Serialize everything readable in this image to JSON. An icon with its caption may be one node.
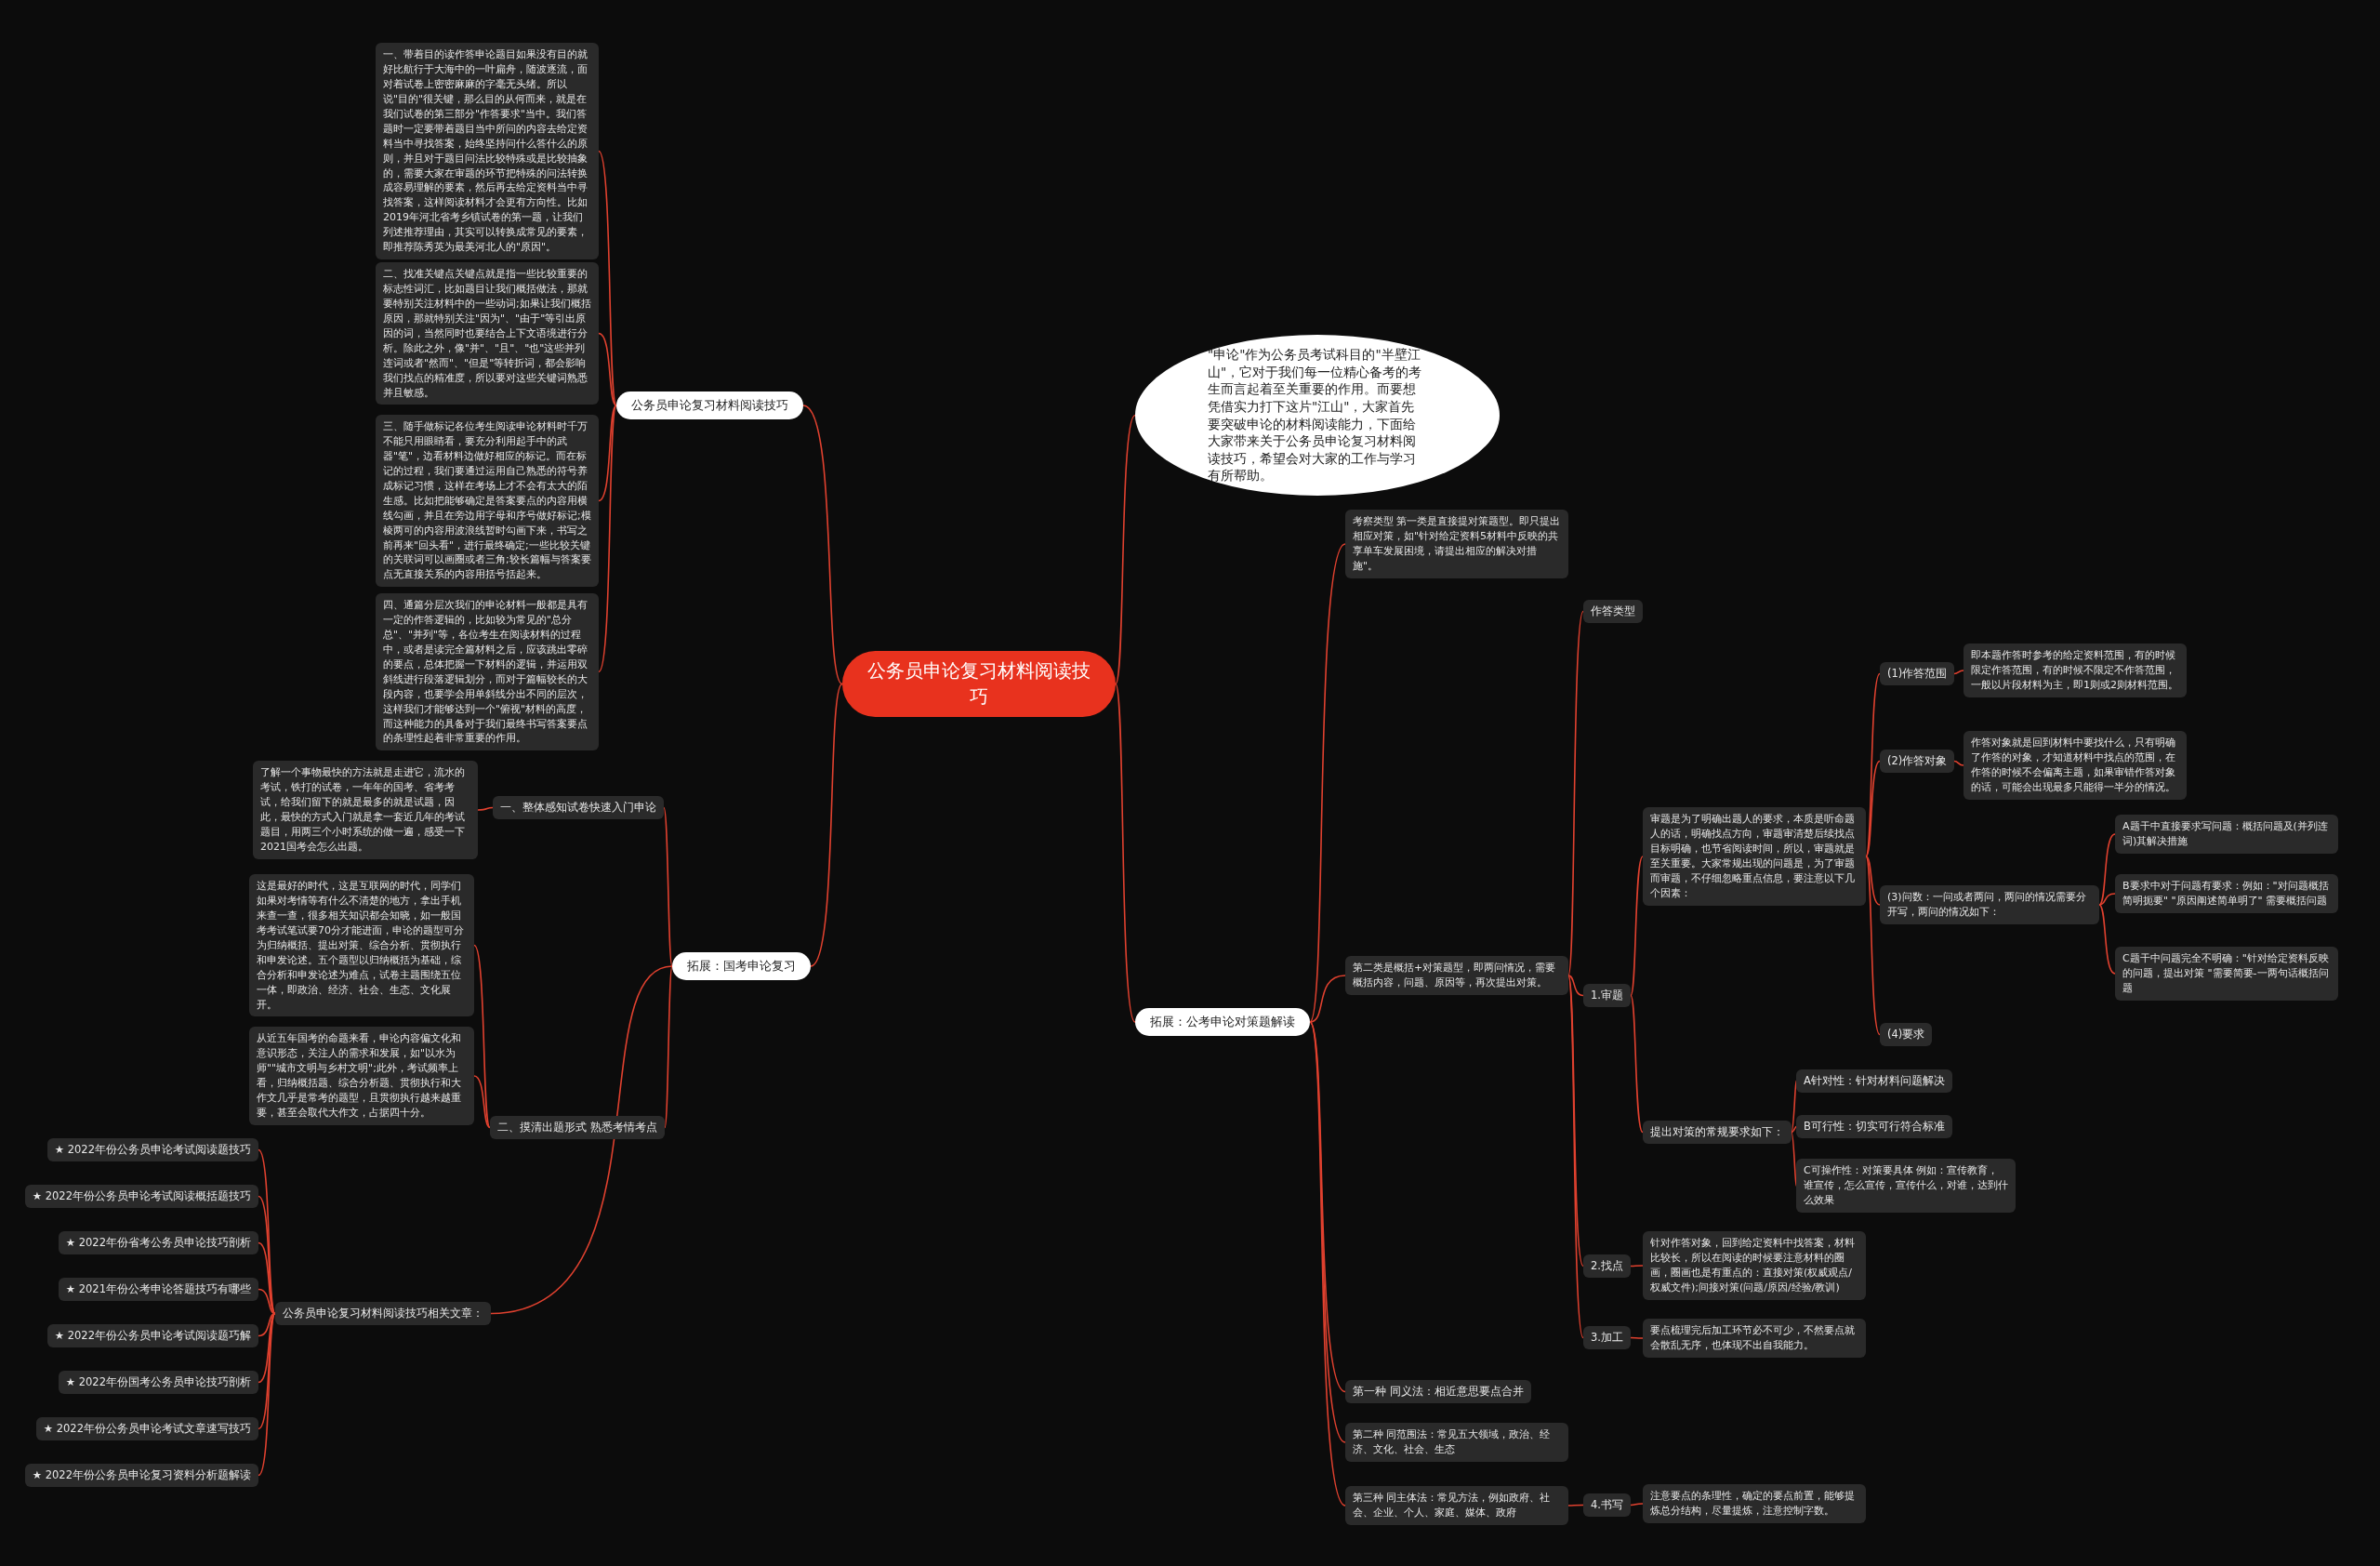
{
  "diagram": {
    "nodes": [
      {
        "text": [
          "公务员申论复习材料阅读技巧"
        ]
      },
      {
        "text": [
          "\"申论\"作为公务员考试科目的\"半壁江山\"，它对于我们每一位精心备考的考生而言起着至关重要的作用。而要想凭借实力打下这片\"江山\"，大家首先要突破申论的材料阅读能力，下面给大家带来关于公务员申论复习材料阅读技巧，希望会对大家的工作与学习有所帮助。"
        ]
      },
      {
        "text": [
          "公务员申论复习材料阅读技巧"
        ]
      },
      {
        "text": [
          "一、带着目的读作答申论题目如果没有目的就好比航行于大海中的一叶扁舟，随波逐流，面对着试卷上密密麻麻的字毫无头绪。所以说\"目的\"很关键，那么目的从何而来，就是在我们试卷的第三部分\"作答要求\"当中。我们答题时一定要带着题目当中所问的内容去给定资料当中寻找答案，始终坚持问什么答什么的原则，并且对于题目问法比较特殊或是比较抽象的，需要大家在审题的环节把特殊的问法转换成容易理解的要素，然后再去给定资料当中寻找答案，这样阅读材料才会更有方向性。比如2019年河北省考乡镇试卷的第一题，让我们列述推荐理由，其实可以转换成常见的要素，即推荐陈秀英为最美河北人的\"原因\"。"
        ]
      },
      {
        "text": [
          "二、找准关键点关键点就是指一些比较重要的标志性词汇，比如题目让我们概括做法，那就要特别关注材料中的一些动词;如果让我们概括原因，那就特别关注\"因为\"、\"由于\"等引出原因的词，当然同时也要结合上下文语境进行分析。除此之外，像\"并\"、\"且\"、\"也\"这些并列连词或者\"然而\"、\"但是\"等转折词，都会影响我们找点的精准度，所以要对这些关键词熟悉并且敏感。"
        ]
      },
      {
        "text": [
          "三、随手做标记各位考生阅读申论材料时千万不能只用眼睛看，要充分利用起手中的武器\"笔\"，边看材料边做好相应的标记。而在标记的过程，我们要通过运用自己熟悉的符号养成标记习惯，这样在考场上才不会有太大的陌生感。比如把能够确定是答案要点的内容用横线勾画，并且在旁边用字母和序号做好标记;模棱两可的内容用波浪线暂时勾画下来，书写之前再来\"回头看\"，进行最终确定;一些比较关键的关联词可以画圈或者三角;较长篇幅与答案要点无直接关系的内容用括号括起来。"
        ]
      },
      {
        "text": [
          "四、通篇分层次我们的申论材料一般都是具有一定的作答逻辑的，比如较为常见的\"总分总\"、\"并列\"等，各位考生在阅读材料的过程中，或者是读完全篇材料之后，应该跳出零碎的要点，总体把握一下材料的逻辑，并运用双斜线进行段落逻辑划分，而对于篇幅较长的大段内容，也要学会用单斜线分出不同的层次，这样我们才能够达到一个\"俯视\"材料的高度，而这种能力的具备对于我们最终书写答案要点的条理性起着非常重要的作用。"
        ]
      },
      {
        "text": [
          "拓展：国考申论复习"
        ]
      },
      {
        "text": [
          "一、整体感知试卷快速入门申论"
        ]
      },
      {
        "text": [
          "了解一个事物最快的方法就是走进它，流水的考试，铁打的试卷，一年年的国考、省考考试，给我们留下的就是最多的就是试题，因此，最快的方式入门就是拿一套近几年的考试题目，用两三个小时系统的做一遍，感受一下2021国考会怎么出题。"
        ]
      },
      {
        "text": [
          "二、摸清出题形式 熟悉考情考点"
        ]
      },
      {
        "text": [
          "这是最好的时代，这是互联网的时代，同学们如果对考情等有什么不清楚的地方，拿出手机来查一查，很多相关知识都会知晓，如一般国考考试笔试要70分才能进面，申论的题型可分为归纳概括、提出对策、综合分析、贯彻执行和申发论述。五个题型以归纳概括为基础，综合分析和申发论述为难点，试卷主题围绕五位一体，即政治、经济、社会、生态、文化展开。"
        ]
      },
      {
        "text": [
          "从近五年国考的命题来看，申论内容偏文化和意识形态，关注人的需求和发展，如\"以水为师\"\"城市文明与乡村文明\";此外，考试频率上看，归纳概括题、综合分析题、贯彻执行和大作文几乎是常考的题型，且贯彻执行越来越重要，甚至会取代大作文，占据四十分。"
        ]
      },
      {
        "text": [
          "公务员申论复习材料阅读技巧相关文章："
        ]
      },
      {
        "text": [
          "★ 2022年份公务员申论考试阅读题技巧"
        ]
      },
      {
        "text": [
          "★ 2022年份公务员申论考试阅读概括题技巧"
        ]
      },
      {
        "text": [
          "★ 2022年份省考公务员申论技巧剖析"
        ]
      },
      {
        "text": [
          "★ 2021年份公考申论答题技巧有哪些"
        ]
      },
      {
        "text": [
          "★ 2022年份公务员申论考试阅读题巧解"
        ]
      },
      {
        "text": [
          "★ 2022年份国考公务员申论技巧剖析"
        ]
      },
      {
        "text": [
          "★ 2022年份公务员申论考试文章速写技巧"
        ]
      },
      {
        "text": [
          "★ 2022年份公务员申论复习资料分析题解读"
        ]
      },
      {
        "text": [
          "拓展：公考申论对策题解读"
        ]
      },
      {
        "text": [
          "考察类型 第一类是直接提对策题型。即只提出相应对策，如\"针对给定资料5材料中反映的共享单车发展困境，请提出相应的解决对措施\"。"
        ]
      },
      {
        "text": [
          "第二类是概括+对策题型，即两问情况，需要概括内容，问题、原因等，再次提出对策。"
        ]
      },
      {
        "text": [
          "作答类型"
        ]
      },
      {
        "text": [
          "1.审题"
        ]
      },
      {
        "text": [
          "审题是为了明确出题人的要求，本质是听命题人的话，明确找点方向，审题审清楚后续找点目标明确，也节省阅读时间，所以，审题就是至关重要。大家常规出现的问题是，为了审题而审题，不仔细忽略重点信息，要注意以下几个因素："
        ]
      },
      {
        "text": [
          "(1)作答范围"
        ]
      },
      {
        "text": [
          "即本题作答时参考的给定资料范围，有的时候限定作答范围，有的时候不限定不作答范围，一般以片段材料为主，即1则或2则材料范围。"
        ]
      },
      {
        "text": [
          "(2)作答对象"
        ]
      },
      {
        "text": [
          "作答对象就是回到材料中要找什么，只有明确了作答的对象，才知道材料中找点的范围，在作答的时候不会偏离主题，如果审错作答对象的话，可能会出现最多只能得一半分的情况。"
        ]
      },
      {
        "text": [
          "(3)问数：一问或者两问，两问的情况需要分开写，两问的情况如下："
        ]
      },
      {
        "text": [
          "A题干中直接要求写问题：概括问题及(并列连词)其解决措施"
        ]
      },
      {
        "text": [
          "B要求中对于问题有要求：例如：\"对问题概括简明扼要\" \"原因阐述简单明了\" 需要概括问题"
        ]
      },
      {
        "text": [
          "C题干中问题完全不明确：\"针对给定资料反映的问题，提出对策 \"需要简要-一两句话概括问题"
        ]
      },
      {
        "text": [
          "(4)要求"
        ]
      },
      {
        "text": [
          "提出对策的常规要求如下："
        ]
      },
      {
        "text": [
          "A针对性：针对材料问题解决"
        ]
      },
      {
        "text": [
          "B可行性：切实可行符合标准"
        ]
      },
      {
        "text": [
          "C可操作性：对策要具体 例如：宣传教育，谁宣传，怎么宣传，宣传什么，对谁，达到什么效果"
        ]
      },
      {
        "text": [
          "2.找点"
        ]
      },
      {
        "text": [
          "针对作答对象，回到给定资料中找答案，材料比较长，所以在阅读的时候要注意材料的圈画，圈画也是有重点的：直接对策(权威观点/权威文件);间接对策(问题/原因/经验/教训)"
        ]
      },
      {
        "text": [
          "3.加工"
        ]
      },
      {
        "text": [
          "要点梳理完后加工环节必不可少，不然要点就会散乱无序，也体现不出自我能力。"
        ]
      },
      {
        "text": [
          "第一种 同义法：相近意思要点合并"
        ]
      },
      {
        "text": [
          "第二种 同范围法：常见五大领域，政治、经济、文化、社会、生态"
        ]
      },
      {
        "text": [
          "第三种 同主体法：常见方法，例如政府、社会、企业、个人、家庭、媒体、政府"
        ]
      },
      {
        "text": [
          "4.书写"
        ]
      },
      {
        "text": [
          "注意要点的条理性，确定的要点前置，能够提炼总分结构，尽量提炼，注意控制字数。"
        ]
      }
    ],
    "edges": [
      {
        "from": 0,
        "to": 1,
        "arrow": "none"
      },
      {
        "from": 0,
        "to": 2,
        "arrow": "none"
      },
      {
        "from": 0,
        "to": 7,
        "arrow": "none"
      },
      {
        "from": 0,
        "to": 22,
        "arrow": "none"
      },
      {
        "from": 2,
        "to": 3,
        "arrow": "none"
      },
      {
        "from": 2,
        "to": 4,
        "arrow": "none"
      },
      {
        "from": 2,
        "to": 5,
        "arrow": "none"
      },
      {
        "from": 2,
        "to": 6,
        "arrow": "none"
      },
      {
        "from": 7,
        "to": 8,
        "arrow": "none"
      },
      {
        "from": 7,
        "to": 10,
        "arrow": "none"
      },
      {
        "from": 7,
        "to": 13,
        "arrow": "none"
      },
      {
        "from": 8,
        "to": 9,
        "arrow": "none"
      },
      {
        "from": 10,
        "to": 11,
        "arrow": "none"
      },
      {
        "from": 10,
        "to": 12,
        "arrow": "none"
      },
      {
        "from": 13,
        "to": 14,
        "arrow": "none"
      },
      {
        "from": 13,
        "to": 15,
        "arrow": "none"
      },
      {
        "from": 13,
        "to": 16,
        "arrow": "none"
      },
      {
        "from": 13,
        "to": 17,
        "arrow": "none"
      },
      {
        "from": 13,
        "to": 18,
        "arrow": "none"
      },
      {
        "from": 13,
        "to": 19,
        "arrow": "none"
      },
      {
        "from": 13,
        "to": 20,
        "arrow": "none"
      },
      {
        "from": 13,
        "to": 21,
        "arrow": "none"
      },
      {
        "from": 22,
        "to": 23,
        "arrow": "none"
      },
      {
        "from": 22,
        "to": 24,
        "arrow": "none"
      },
      {
        "from": 22,
        "to": 45,
        "arrow": "none"
      },
      {
        "from": 22,
        "to": 46,
        "arrow": "none"
      },
      {
        "from": 22,
        "to": 47,
        "arrow": "none"
      },
      {
        "from": 24,
        "to": 25,
        "arrow": "none"
      },
      {
        "from": 24,
        "to": 26,
        "arrow": "none"
      },
      {
        "from": 24,
        "to": 41,
        "arrow": "none"
      },
      {
        "from": 24,
        "to": 43,
        "arrow": "none"
      },
      {
        "from": 26,
        "to": 27,
        "arrow": "none"
      },
      {
        "from": 26,
        "to": 37,
        "arrow": "none"
      },
      {
        "from": 27,
        "to": 28,
        "arrow": "none"
      },
      {
        "from": 27,
        "to": 30,
        "arrow": "none"
      },
      {
        "from": 27,
        "to": 32,
        "arrow": "none"
      },
      {
        "from": 27,
        "to": 36,
        "arrow": "none"
      },
      {
        "from": 28,
        "to": 29,
        "arrow": "none"
      },
      {
        "from": 30,
        "to": 31,
        "arrow": "none"
      },
      {
        "from": 32,
        "to": 33,
        "arrow": "none"
      },
      {
        "from": 32,
        "to": 34,
        "arrow": "none"
      },
      {
        "from": 32,
        "to": 35,
        "arrow": "none"
      },
      {
        "from": 37,
        "to": 38,
        "arrow": "none"
      },
      {
        "from": 37,
        "to": 39,
        "arrow": "none"
      },
      {
        "from": 37,
        "to": 40,
        "arrow": "none"
      },
      {
        "from": 41,
        "to": 42,
        "arrow": "none"
      },
      {
        "from": 43,
        "to": 44,
        "arrow": "none"
      },
      {
        "from": 47,
        "to": 48,
        "arrow": "none"
      },
      {
        "from": 48,
        "to": 49,
        "arrow": "none"
      }
    ]
  }
}
